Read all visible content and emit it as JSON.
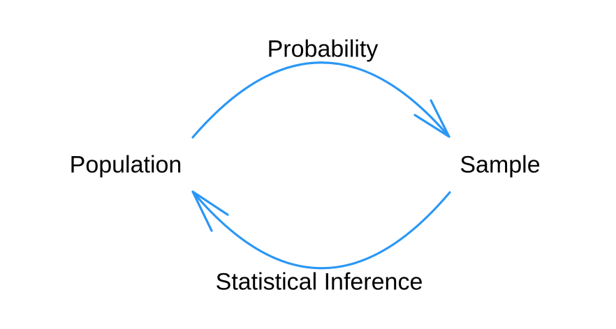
{
  "diagram": {
    "type": "cycle-diagram",
    "nodes": [
      {
        "id": "population",
        "label": "Population"
      },
      {
        "id": "sample",
        "label": "Sample"
      }
    ],
    "edges": [
      {
        "from": "population",
        "to": "sample",
        "label": "Probability",
        "position": "top"
      },
      {
        "from": "sample",
        "to": "population",
        "label": "Statistical Inference",
        "position": "bottom"
      }
    ],
    "colors": {
      "arrow": "#2b97f5",
      "text": "#000000",
      "background": "#ffffff"
    }
  }
}
